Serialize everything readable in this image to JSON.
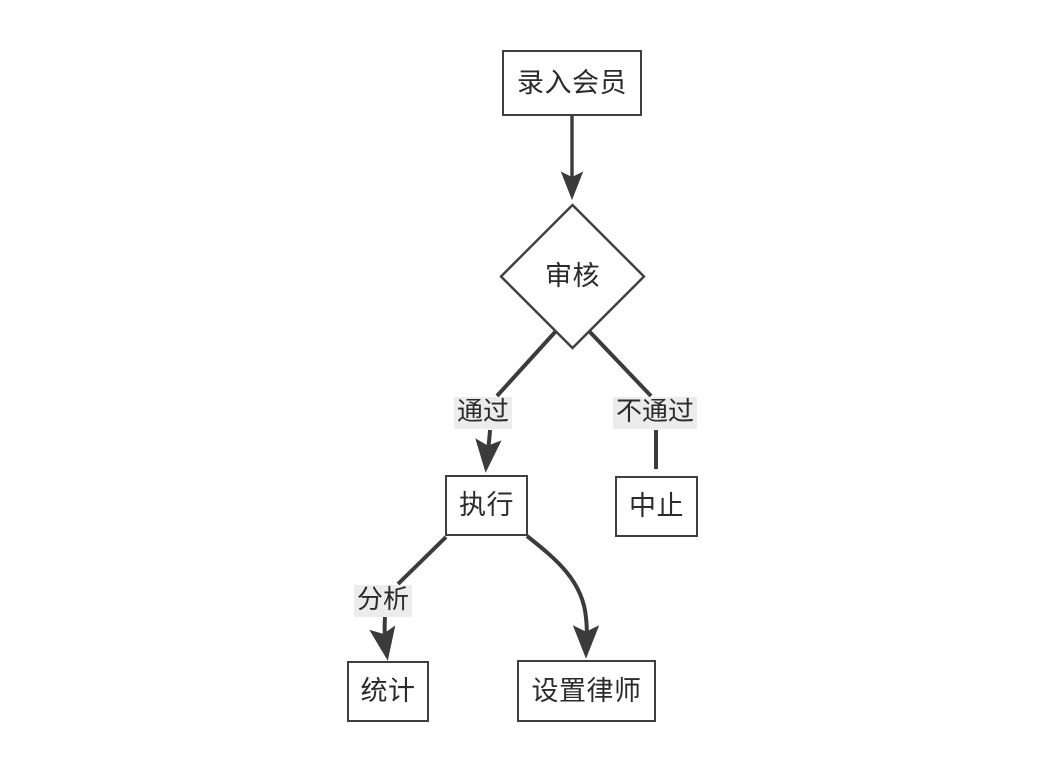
{
  "diagram": {
    "type": "flowchart",
    "title": "",
    "background_color": "#ffffff",
    "node_border_color": "#3f3f3f",
    "node_fill_color": "#ffffff",
    "edge_color": "#3b3b3b",
    "text_color": "#2b2b2b",
    "edge_label_background": "#ececec",
    "nodes": [
      {
        "id": "enroll",
        "label": "录入会员",
        "shape": "rectangle"
      },
      {
        "id": "review",
        "label": "审核",
        "shape": "diamond"
      },
      {
        "id": "execute",
        "label": "执行",
        "shape": "rectangle"
      },
      {
        "id": "abort",
        "label": "中止",
        "shape": "rectangle"
      },
      {
        "id": "stats",
        "label": "统计",
        "shape": "rectangle"
      },
      {
        "id": "lawyer",
        "label": "设置律师",
        "shape": "rectangle"
      }
    ],
    "edges": [
      {
        "id": "e1",
        "from": "enroll",
        "to": "review",
        "label": ""
      },
      {
        "id": "e2",
        "from": "review",
        "to": "execute",
        "label": "通过"
      },
      {
        "id": "e3",
        "from": "review",
        "to": "abort",
        "label": "不通过"
      },
      {
        "id": "e4",
        "from": "execute",
        "to": "stats",
        "label": "分析"
      },
      {
        "id": "e5",
        "from": "execute",
        "to": "lawyer",
        "label": ""
      }
    ]
  }
}
